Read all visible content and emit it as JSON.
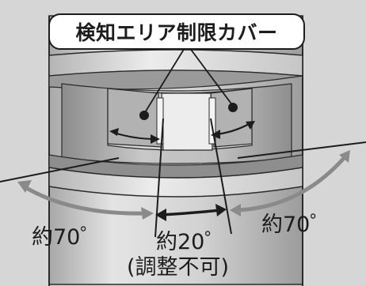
{
  "diagram": {
    "title_label": "検知エリア制限カバー",
    "left_angle_label": "約70゜",
    "right_angle_label": "約70゜",
    "center_angle_label": "約20゜",
    "center_note_label": "(調整不可)"
  },
  "colors": {
    "background": "#d6d6d6",
    "body_light": "#e6e6e6",
    "body_mid": "#bfbfbf",
    "body_dark": "#9a9a9a",
    "outline": "#2a2a2a",
    "label_box": "#ffffff"
  }
}
